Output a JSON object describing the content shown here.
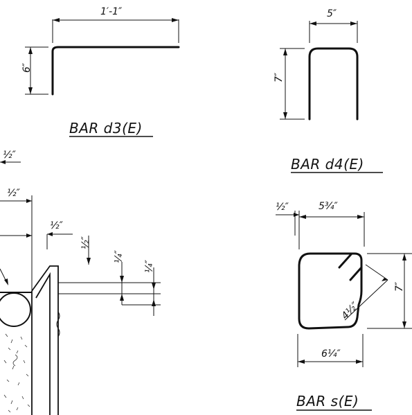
{
  "titles": {
    "bar_d3": "BAR d3(E)",
    "bar_d4": "BAR d4(E)",
    "bar_s": "BAR s(E)"
  },
  "dims": {
    "d3_length": "1′-1″",
    "d3_height": "6″",
    "d4_width": "5″",
    "d4_height": "7″",
    "s_top_width": "5¾″",
    "s_offset": "½″",
    "s_height": "7″",
    "s_hook": "4½″",
    "s_bottom_width": "6¼″",
    "detail_half_top": "½″",
    "detail_half_2": "½″",
    "detail_half_3": "½″",
    "detail_half_4": "½″",
    "detail_quarter_1": "¼″",
    "detail_quarter_2": "¼″"
  }
}
